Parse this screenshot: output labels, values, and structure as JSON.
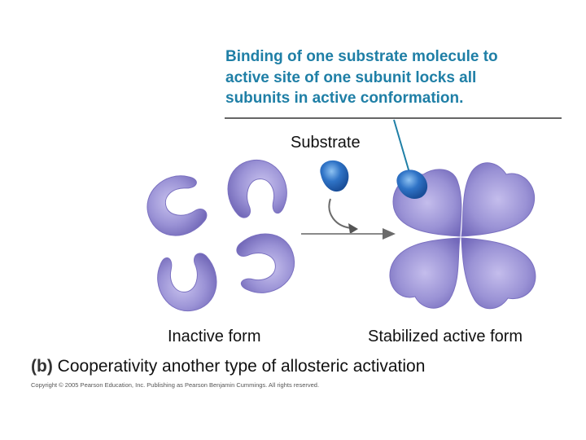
{
  "callout": {
    "lines": [
      "Binding of one substrate molecule to",
      "active site of one subunit locks all",
      "subunits in active conformation."
    ]
  },
  "labels": {
    "substrate": "Substrate",
    "inactive": "Inactive form",
    "active": "Stabilized active form"
  },
  "caption": {
    "letter": "(b)",
    "text": "Cooperativity another type of allosteric activation"
  },
  "copyright": "Copyright © 2005 Pearson Education, Inc. Publishing as Pearson Benjamin Cummings. All rights reserved.",
  "colors": {
    "callout_text": "#1f7fa6",
    "subunit": "#9b93d6",
    "subunit_dark": "#6c62b4",
    "substrate": "#2f73c6",
    "arrow": "#6b6b6b"
  }
}
